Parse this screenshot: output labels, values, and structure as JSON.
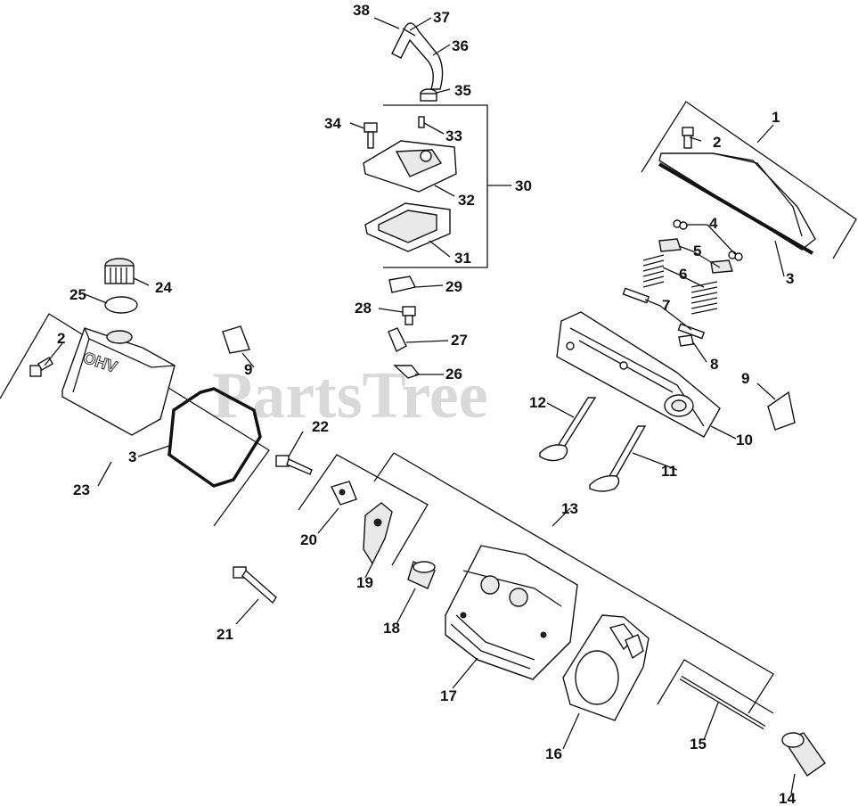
{
  "watermark": {
    "text": "PartsTree",
    "trademark": "TM"
  },
  "labels": [
    {
      "id": "p38",
      "text": "38"
    },
    {
      "id": "p37",
      "text": "37"
    },
    {
      "id": "p36",
      "text": "36"
    },
    {
      "id": "p35",
      "text": "35"
    },
    {
      "id": "p34",
      "text": "34"
    },
    {
      "id": "p33",
      "text": "33"
    },
    {
      "id": "p32",
      "text": "32"
    },
    {
      "id": "p30",
      "text": "30"
    },
    {
      "id": "p31",
      "text": "31"
    },
    {
      "id": "p29",
      "text": "29"
    },
    {
      "id": "p28",
      "text": "28"
    },
    {
      "id": "p27",
      "text": "27"
    },
    {
      "id": "p26",
      "text": "26"
    },
    {
      "id": "p1",
      "text": "1"
    },
    {
      "id": "p2a",
      "text": "2"
    },
    {
      "id": "p3a",
      "text": "3"
    },
    {
      "id": "p4",
      "text": "4"
    },
    {
      "id": "p5",
      "text": "5"
    },
    {
      "id": "p6",
      "text": "6"
    },
    {
      "id": "p7",
      "text": "7"
    },
    {
      "id": "p8",
      "text": "8"
    },
    {
      "id": "p9a",
      "text": "9"
    },
    {
      "id": "p10",
      "text": "10"
    },
    {
      "id": "p11",
      "text": "11"
    },
    {
      "id": "p12",
      "text": "12"
    },
    {
      "id": "p24",
      "text": "24"
    },
    {
      "id": "p25",
      "text": "25"
    },
    {
      "id": "p2b",
      "text": "2"
    },
    {
      "id": "p9b",
      "text": "9"
    },
    {
      "id": "p3b",
      "text": "3"
    },
    {
      "id": "p23",
      "text": "23"
    },
    {
      "id": "p22",
      "text": "22"
    },
    {
      "id": "p20",
      "text": "20"
    },
    {
      "id": "p19",
      "text": "19"
    },
    {
      "id": "p13",
      "text": "13"
    },
    {
      "id": "p21",
      "text": "21"
    },
    {
      "id": "p18",
      "text": "18"
    },
    {
      "id": "p17",
      "text": "17"
    },
    {
      "id": "p16",
      "text": "16"
    },
    {
      "id": "p15",
      "text": "15"
    },
    {
      "id": "p14",
      "text": "14"
    }
  ],
  "cover_marking": "OHV"
}
